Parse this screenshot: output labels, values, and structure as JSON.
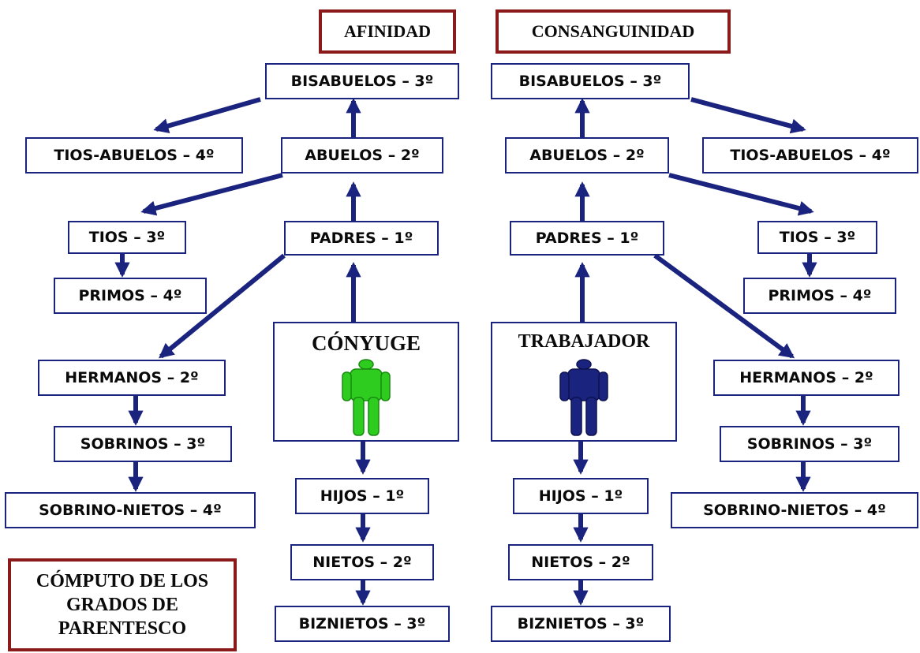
{
  "headers": {
    "afinidad": "AFINIDAD",
    "consanguinidad": "CONSANGUINIDAD"
  },
  "title": "CÓMPUTO DE LOS GRADOS DE PARENTESCO",
  "persons": {
    "conyuge": {
      "label": "CÓNYUGE",
      "color": "#2ecc1f",
      "icon": "person-icon"
    },
    "trabajador": {
      "label": "TRABAJADOR",
      "color": "#1a237e",
      "icon": "person-icon"
    }
  },
  "afinidad": {
    "bisabuelos": "BISABUELOS – 3º",
    "abuelos": "ABUELOS – 2º",
    "padres": "PADRES – 1º",
    "tios_abuelos": "TIOS-ABUELOS – 4º",
    "tios": "TIOS – 3º",
    "primos": "PRIMOS – 4º",
    "hermanos": "HERMANOS – 2º",
    "sobrinos": "SOBRINOS – 3º",
    "sobrino_nietos": "SOBRINO-NIETOS – 4º",
    "hijos": "HIJOS – 1º",
    "nietos": "NIETOS – 2º",
    "biznietos": "BIZNIETOS – 3º"
  },
  "consanguinidad": {
    "bisabuelos": "BISABUELOS – 3º",
    "abuelos": "ABUELOS – 2º",
    "padres": "PADRES – 1º",
    "tios_abuelos": "TIOS-ABUELOS – 4º",
    "tios": "TIOS – 3º",
    "primos": "PRIMOS – 4º",
    "hermanos": "HERMANOS – 2º",
    "sobrinos": "SOBRINOS – 3º",
    "sobrino_nietos": "SOBRINO-NIETOS – 4º",
    "hijos": "HIJOS – 1º",
    "nietos": "NIETOS – 2º",
    "biznietos": "BIZNIETOS – 3º"
  },
  "colors": {
    "arrow": "#1a237e",
    "box_border": "#1a237e",
    "header_border": "#8b1a1a"
  }
}
